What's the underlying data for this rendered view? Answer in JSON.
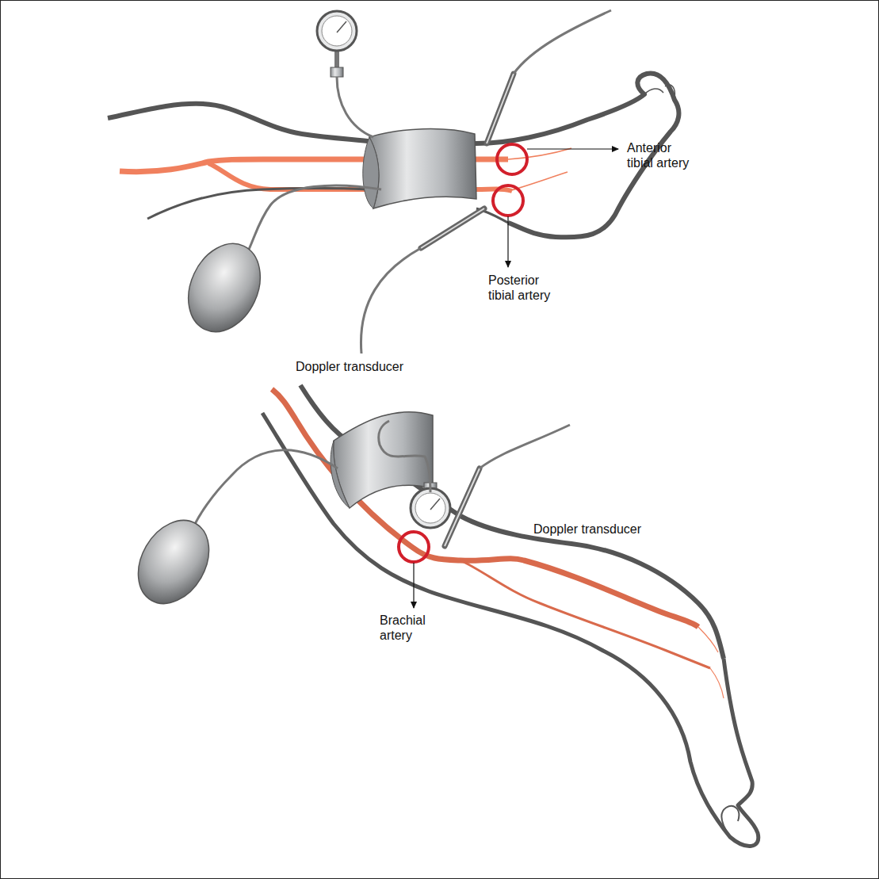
{
  "diagram": {
    "labels": [
      "Anterior tibial artery",
      "Posterior tibial artery",
      "Doppler transducer",
      "Doppler transducer",
      "Brachial artery"
    ]
  }
}
